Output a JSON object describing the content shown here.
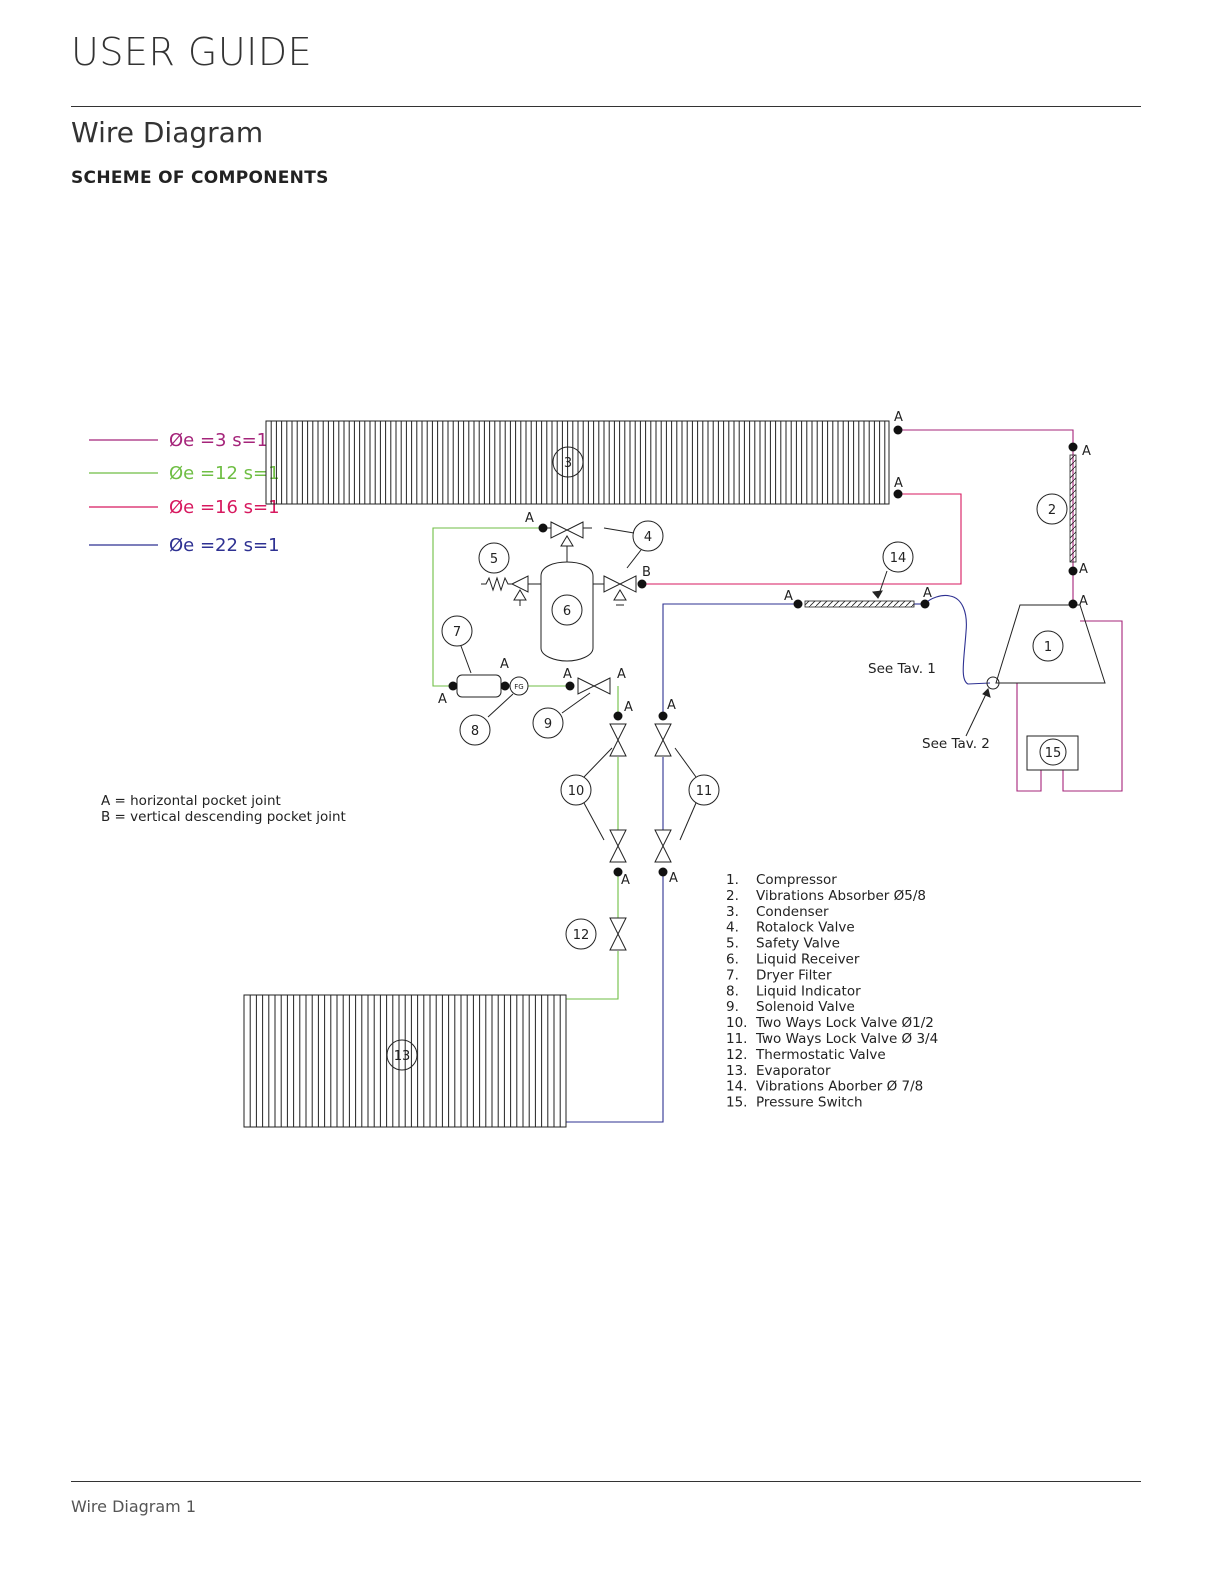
{
  "header": {
    "title": "USER GUIDE"
  },
  "section": {
    "title": "Wire Diagram",
    "subtitle": "SCHEME OF COMPONENTS"
  },
  "footer": {
    "text": "Wire Diagram 1"
  },
  "colors": {
    "pipe_3": "#a5247a",
    "pipe_12": "#6fbe44",
    "pipe_16": "#d7195f",
    "pipe_22": "#2e3192",
    "line": "#222222"
  },
  "legend": [
    {
      "label": "Øe =3 s=1",
      "color": "#a5247a"
    },
    {
      "label": "Øe =12 s=1",
      "color": "#6fbe44"
    },
    {
      "label": "Øe =16 s=1",
      "color": "#d7195f"
    },
    {
      "label": "Øe =22 s=1",
      "color": "#2e3192"
    }
  ],
  "joint_notes": [
    "A = horizontal pocket joint",
    "B = vertical descending pocket joint"
  ],
  "joint_labels": {
    "a": "A",
    "b": "B"
  },
  "markers": {
    "fg": "FG"
  },
  "references": {
    "tav1": "See Tav. 1",
    "tav2": "See Tav. 2"
  },
  "component_numbers": [
    "1",
    "2",
    "3",
    "4",
    "5",
    "6",
    "7",
    "8",
    "9",
    "10",
    "11",
    "12",
    "13",
    "14",
    "15"
  ],
  "components": [
    {
      "num": "1.",
      "name": "Compressor"
    },
    {
      "num": "2.",
      "name": "Vibrations Absorber Ø5/8"
    },
    {
      "num": "3.",
      "name": "Condenser"
    },
    {
      "num": "4.",
      "name": "Rotalock Valve"
    },
    {
      "num": "5.",
      "name": "Safety Valve"
    },
    {
      "num": "6.",
      "name": "Liquid Receiver"
    },
    {
      "num": "7.",
      "name": "Dryer Filter"
    },
    {
      "num": "8.",
      "name": "Liquid Indicator"
    },
    {
      "num": "9.",
      "name": "Solenoid Valve"
    },
    {
      "num": "10.",
      "name": "Two Ways Lock Valve Ø1/2"
    },
    {
      "num": "11.",
      "name": "Two Ways Lock Valve Ø 3/4"
    },
    {
      "num": "12.",
      "name": "Thermostatic Valve"
    },
    {
      "num": "13.",
      "name": "Evaporator"
    },
    {
      "num": "14.",
      "name": "Vibrations Aborber Ø 7/8"
    },
    {
      "num": "15.",
      "name": "Pressure Switch"
    }
  ]
}
